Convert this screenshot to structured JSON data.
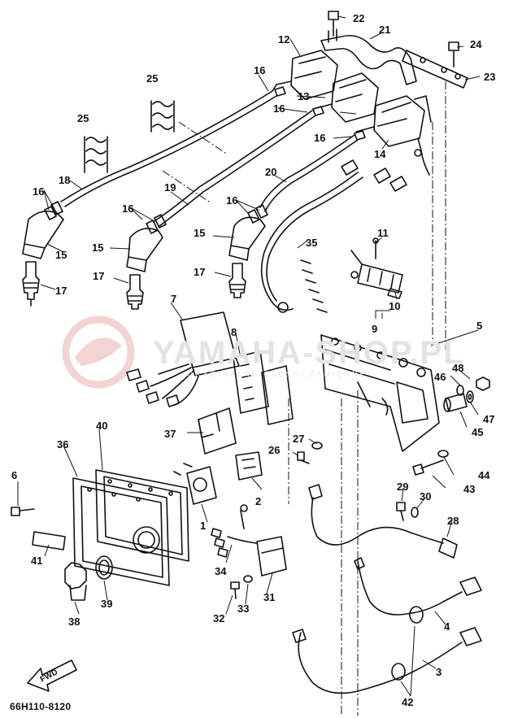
{
  "diagram": {
    "drawing_code": "66H110-8120",
    "watermark": "YAMAHA-SHOP.PL",
    "watermark_subtitle": "ORYGINALNE CZĘŚCI ZAMIENNE",
    "fwd_label": "FWD",
    "watermark_color": "#e8a0a0",
    "line_color": "#111111",
    "callouts": [
      "1",
      "2",
      "3",
      "4",
      "5",
      "6",
      "7",
      "8",
      "9",
      "10",
      "11",
      "12",
      "13",
      "14",
      "15",
      "16",
      "17",
      "18",
      "19",
      "20",
      "21",
      "22",
      "23",
      "24",
      "25",
      "26",
      "27",
      "28",
      "29",
      "30",
      "31",
      "32",
      "33",
      "34",
      "35",
      "36",
      "37",
      "38",
      "39",
      "40",
      "41",
      "42",
      "43",
      "44",
      "45",
      "46",
      "47",
      "48"
    ]
  }
}
